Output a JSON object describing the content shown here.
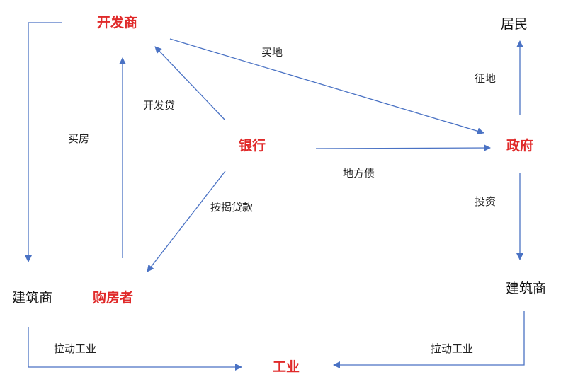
{
  "colors": {
    "arrow": "#4a72c4",
    "key_node": "#e02a2a",
    "plain_node": "#111111"
  },
  "nodes": {
    "developer": "开发商",
    "bank": "银行",
    "government": "政府",
    "residents": "居民",
    "builder_left": "建筑商",
    "buyer": "购房者",
    "builder_right": "建筑商",
    "industry": "工业"
  },
  "edges": {
    "buy_land": "买地",
    "developer_loan": "开发贷",
    "buy_house": "买房",
    "mortgage": "按揭贷款",
    "local_bonds": "地方债",
    "land_acquisition": "征地",
    "investment": "投资",
    "drive_industry_left": "拉动工业",
    "drive_industry_right": "拉动工业"
  }
}
